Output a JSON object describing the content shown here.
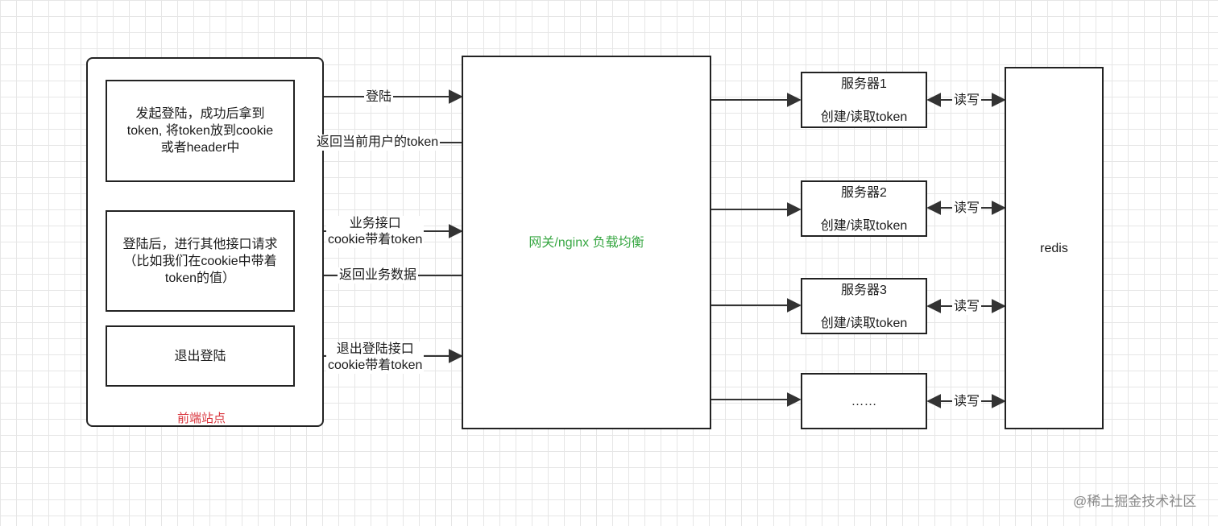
{
  "frontend": {
    "caption": "前端站点",
    "login_box": "发起登陆，成功后拿到\ntoken, 将token放到cookie\n或者header中",
    "request_box": "登陆后，进行其他接口请求\n（比如我们在cookie中带着\ntoken的值）",
    "logout_box": "退出登陆"
  },
  "gateway": {
    "label": "网关/nginx 负载均衡"
  },
  "edges": {
    "login": "登陆",
    "return_token": "返回当前用户的token",
    "business": "业务接口\ncookie带着token",
    "return_data": "返回业务数据",
    "logout": "退出登陆接口\ncookie带着token"
  },
  "servers": [
    {
      "name": "服务器1",
      "action": "创建/读取token"
    },
    {
      "name": "服务器2",
      "action": "创建/读取token"
    },
    {
      "name": "服务器3",
      "action": "创建/读取token"
    },
    {
      "name": "……",
      "action": ""
    }
  ],
  "rw_label": "读写",
  "redis": {
    "label": "redis"
  },
  "watermark": "@稀土掘金技术社区",
  "colors": {
    "gateway_text": "#3aa845",
    "caption_text": "#d9363e",
    "line": "#333333"
  }
}
